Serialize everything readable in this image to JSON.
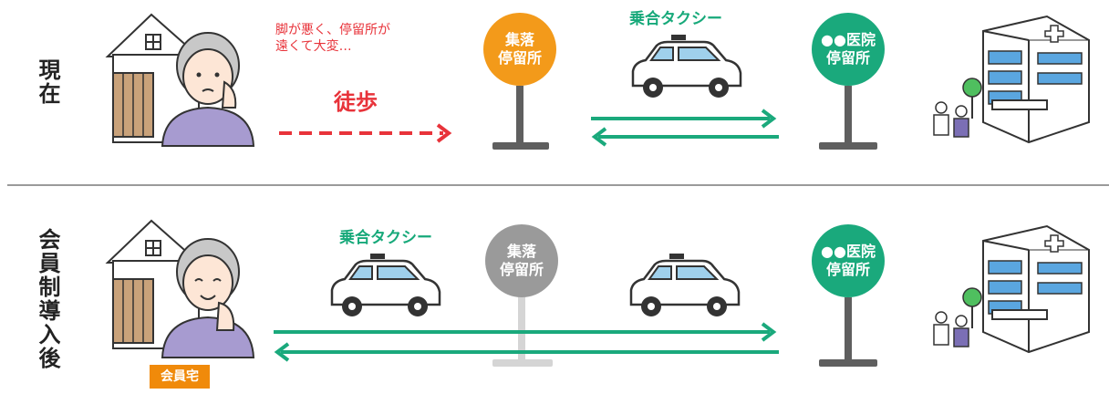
{
  "top": {
    "label": "現在",
    "worry_text": "脚が悪く、停留所が\n遠くて大変…",
    "walk_label": "徒歩",
    "village_stop": "集落\n停留所",
    "taxi_label": "乗合タクシー",
    "clinic_stop": "●●医院\n停留所"
  },
  "bottom": {
    "label": "会員制導入後",
    "taxi_label": "乗合タクシー",
    "village_stop": "集落\n停留所",
    "clinic_stop": "●●医院\n停留所",
    "home_badge": "会員宅"
  },
  "colors": {
    "orange": "#f39a1a",
    "green": "#1aa97c",
    "gray": "#9a9a9a",
    "red": "#e8333a",
    "teal_text": "#17a97a"
  }
}
